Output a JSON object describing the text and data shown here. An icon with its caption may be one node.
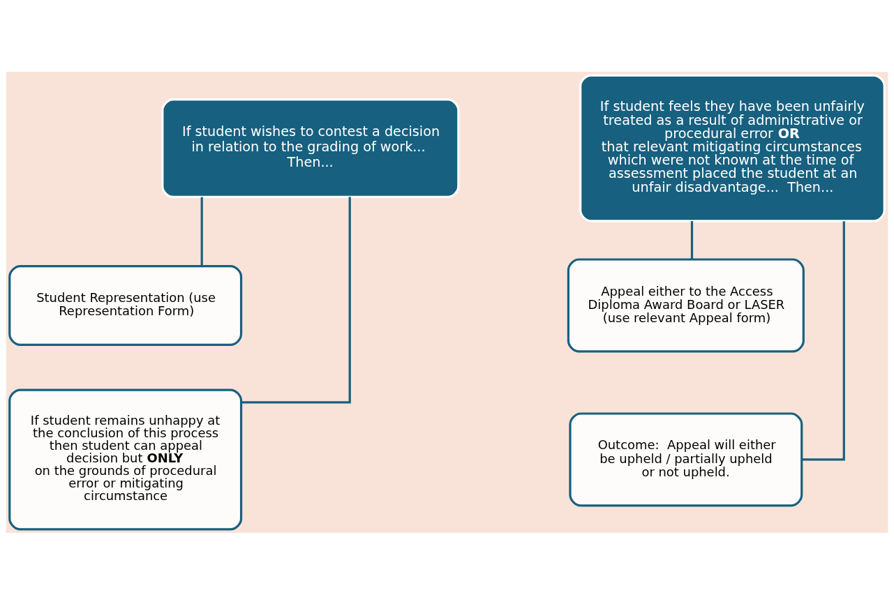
{
  "diagram": {
    "nodes": [
      {
        "text": [
          "If student wishes to contest a decision in relation to the grading of work...  Then..."
        ]
      },
      {
        "text": [
          "Student Representation (use Representation Form)"
        ]
      },
      {
        "text": [
          "If student remains unhappy at the conclusion of this process then student can appeal decision but **ONLY** on the grounds of procedural error or mitigating circumstance"
        ]
      },
      {
        "text": [
          "If student feels they have been unfairly treated as a result of administrative or procedural error **OR** that relevant mitigating circumstances which were not known at the time of  assessment placed the student at an unfair disadvantage...  Then..."
        ]
      },
      {
        "text": [
          "Appeal either to the Access Diploma Award Board or LASER (use relevant Appeal form)"
        ]
      },
      {
        "text": [
          "Outcome:  Appeal will either be upheld / partially upheld or not upheld."
        ]
      }
    ],
    "edges": [
      {
        "from": 0,
        "to": 1,
        "arrow": "none"
      },
      {
        "from": 0,
        "to": 2,
        "arrow": "none"
      },
      {
        "from": 3,
        "to": 4,
        "arrow": "none"
      },
      {
        "from": 3,
        "to": 5,
        "arrow": "none"
      }
    ]
  }
}
